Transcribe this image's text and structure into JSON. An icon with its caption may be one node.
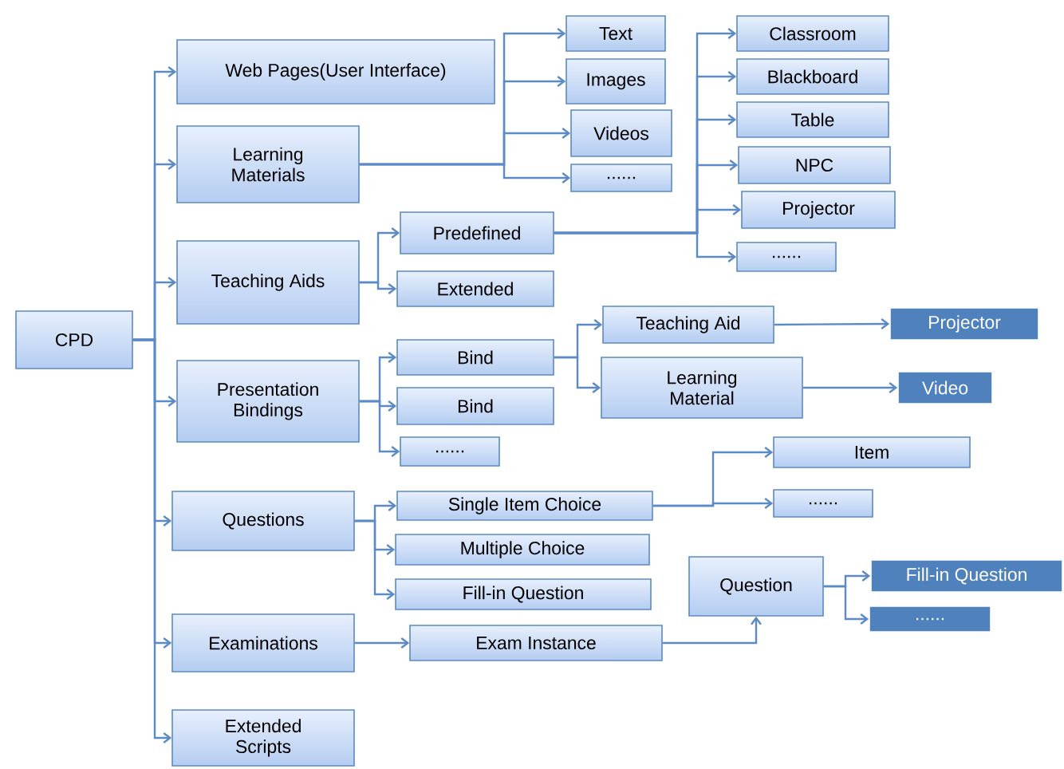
{
  "diagram": {
    "nodes": [
      {
        "text": [
          "CPD"
        ]
      },
      {
        "text": [
          "Web Pages(User Interface)"
        ]
      },
      {
        "text": [
          "Learning Materials"
        ]
      },
      {
        "text": [
          "Teaching Aids"
        ]
      },
      {
        "text": [
          "Presentation Bindings"
        ]
      },
      {
        "text": [
          "Questions"
        ]
      },
      {
        "text": [
          "Examinations"
        ]
      },
      {
        "text": [
          "Extended Scripts"
        ]
      },
      {
        "text": [
          "Text"
        ]
      },
      {
        "text": [
          "Images"
        ]
      },
      {
        "text": [
          "Videos"
        ]
      },
      {
        "text": [
          "......"
        ]
      },
      {
        "text": [
          "Predefined"
        ]
      },
      {
        "text": [
          "Extended"
        ]
      },
      {
        "text": [
          "Classroom"
        ]
      },
      {
        "text": [
          "Blackboard"
        ]
      },
      {
        "text": [
          "Table"
        ]
      },
      {
        "text": [
          "NPC"
        ]
      },
      {
        "text": [
          "Projector"
        ]
      },
      {
        "text": [
          "......"
        ]
      },
      {
        "text": [
          "Bind"
        ]
      },
      {
        "text": [
          "Bind"
        ]
      },
      {
        "text": [
          "......"
        ]
      },
      {
        "text": [
          "Teaching Aid"
        ]
      },
      {
        "text": [
          "Learning Material"
        ]
      },
      {
        "text": [
          "Projector"
        ]
      },
      {
        "text": [
          "Video"
        ]
      },
      {
        "text": [
          "Single Item Choice"
        ]
      },
      {
        "text": [
          "Multiple Choice"
        ]
      },
      {
        "text": [
          "Fill-in Question"
        ]
      },
      {
        "text": [
          "Exam Instance"
        ]
      },
      {
        "text": [
          "Item"
        ]
      },
      {
        "text": [
          "......"
        ]
      },
      {
        "text": [
          "Question"
        ]
      },
      {
        "text": [
          "Fill-in Question"
        ]
      },
      {
        "text": [
          "......"
        ]
      }
    ],
    "edges": [
      {
        "from": 0,
        "to": 1,
        "arrow": "to"
      },
      {
        "from": 0,
        "to": 2,
        "arrow": "to"
      },
      {
        "from": 0,
        "to": 3,
        "arrow": "to"
      },
      {
        "from": 0,
        "to": 4,
        "arrow": "to"
      },
      {
        "from": 0,
        "to": 5,
        "arrow": "to"
      },
      {
        "from": 0,
        "to": 6,
        "arrow": "to"
      },
      {
        "from": 0,
        "to": 7,
        "arrow": "to"
      },
      {
        "from": 2,
        "to": 8,
        "arrow": "to"
      },
      {
        "from": 2,
        "to": 9,
        "arrow": "to"
      },
      {
        "from": 2,
        "to": 10,
        "arrow": "to"
      },
      {
        "from": 2,
        "to": 11,
        "arrow": "to"
      },
      {
        "from": 3,
        "to": 12,
        "arrow": "to"
      },
      {
        "from": 3,
        "to": 13,
        "arrow": "to"
      },
      {
        "from": 12,
        "to": 14,
        "arrow": "to"
      },
      {
        "from": 12,
        "to": 15,
        "arrow": "to"
      },
      {
        "from": 12,
        "to": 16,
        "arrow": "to"
      },
      {
        "from": 12,
        "to": 17,
        "arrow": "to"
      },
      {
        "from": 12,
        "to": 18,
        "arrow": "to"
      },
      {
        "from": 12,
        "to": 19,
        "arrow": "to"
      },
      {
        "from": 4,
        "to": 20,
        "arrow": "to"
      },
      {
        "from": 4,
        "to": 21,
        "arrow": "to"
      },
      {
        "from": 4,
        "to": 22,
        "arrow": "to"
      },
      {
        "from": 20,
        "to": 23,
        "arrow": "to"
      },
      {
        "from": 20,
        "to": 24,
        "arrow": "to"
      },
      {
        "from": 23,
        "to": 25,
        "arrow": "to"
      },
      {
        "from": 24,
        "to": 26,
        "arrow": "to"
      },
      {
        "from": 5,
        "to": 27,
        "arrow": "to"
      },
      {
        "from": 5,
        "to": 28,
        "arrow": "to"
      },
      {
        "from": 5,
        "to": 29,
        "arrow": "to"
      },
      {
        "from": 27,
        "to": 31,
        "arrow": "to"
      },
      {
        "from": 27,
        "to": 32,
        "arrow": "to"
      },
      {
        "from": 6,
        "to": 30,
        "arrow": "to"
      },
      {
        "from": 30,
        "to": 33,
        "arrow": "to"
      },
      {
        "from": 33,
        "to": 34,
        "arrow": "to"
      },
      {
        "from": 33,
        "to": 35,
        "arrow": "to"
      }
    ]
  }
}
